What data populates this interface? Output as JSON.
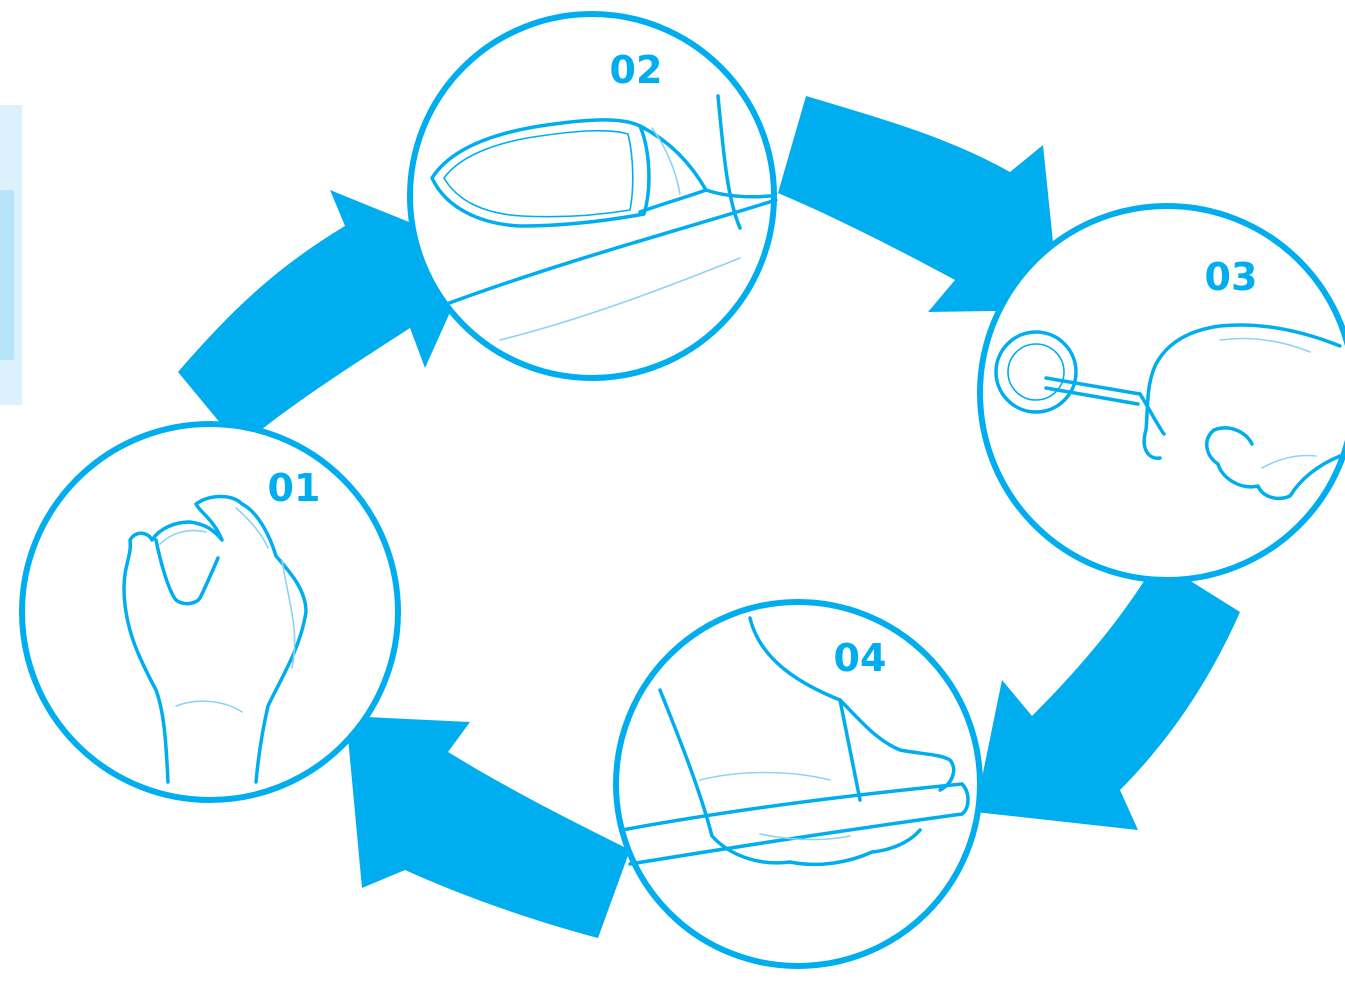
{
  "diagram": {
    "colors": {
      "accent": "#00aeef",
      "background": "#ffffff",
      "light_line": "#8fd3f4"
    },
    "steps": [
      {
        "label": "01",
        "illustration": "fist-hand-icon"
      },
      {
        "label": "02",
        "illustration": "car-side-mirror-icon"
      },
      {
        "label": "03",
        "illustration": "key-in-lock-icon"
      },
      {
        "label": "04",
        "illustration": "hand-gripping-handle-icon"
      }
    ],
    "flow": [
      "01",
      "02",
      "03",
      "04",
      "01"
    ]
  }
}
